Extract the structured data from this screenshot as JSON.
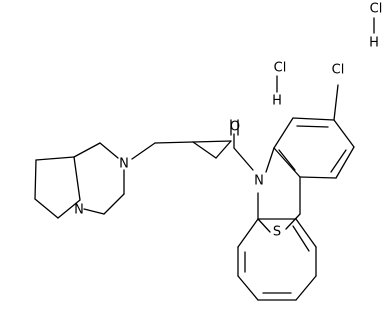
{
  "molecule": {
    "atoms": {
      "O": "O",
      "N_amide": "N",
      "N_piperazine": "N",
      "N_bridgehead": "N",
      "S": "S",
      "Cl_ring": "Cl",
      "Cl_salt_1": "Cl",
      "H_salt_1": "H",
      "Cl_salt_2": "Cl",
      "H_salt_2": "H"
    }
  }
}
